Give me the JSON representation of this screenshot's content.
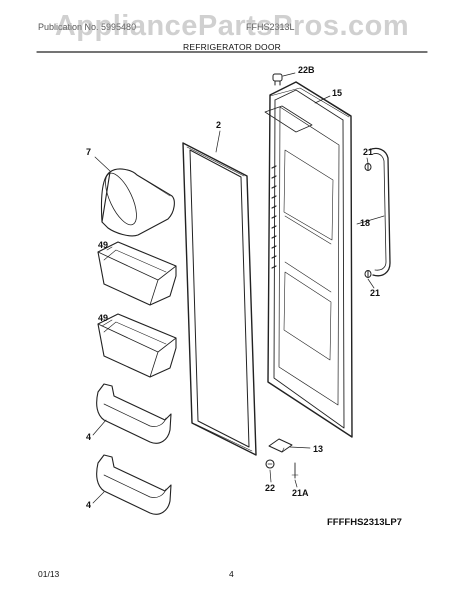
{
  "watermark": "AppliancePartsPros.com",
  "header": {
    "left_text": "Publication No. 5995480",
    "right_text": "FFHS2313L",
    "section_title": "REFRIGERATOR DOOR"
  },
  "callouts": {
    "c22B": "22B",
    "c15": "15",
    "c2": "2",
    "c7": "7",
    "c21_top": "21",
    "c49_top": "49",
    "c18": "18",
    "c21_bottom": "21",
    "c49_bottom": "49",
    "c4_top": "4",
    "c13": "13",
    "c4_bottom": "4",
    "c22": "22",
    "c21A": "21A"
  },
  "diagram_code": "FFFFHS2313LP7",
  "footer": {
    "date": "01/13",
    "page": "4"
  }
}
